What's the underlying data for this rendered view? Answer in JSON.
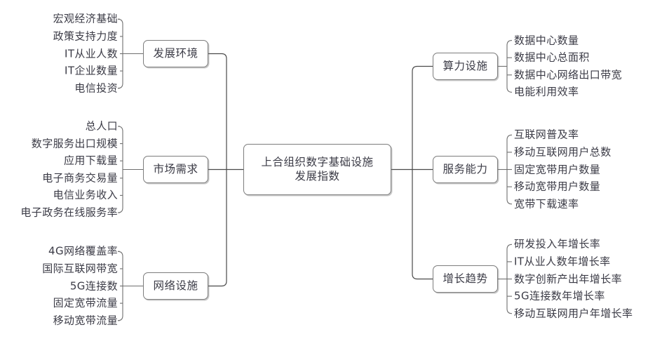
{
  "diagram": {
    "title": "上合组织数字基础设施发展指数",
    "type": "mind-map",
    "center": {
      "label_line1": "上合组织数字基础设施",
      "label_line2": "发展指数"
    },
    "colors": {
      "line": "#6f6f6f",
      "trunk": "#4a4a4a",
      "text": "#3b3b46",
      "node_border": "#7d7d7d",
      "background": "#ffffff"
    },
    "left_branches": [
      {
        "label": "发展环境",
        "leaves": [
          "宏观经济基础",
          "政策支持力度",
          "IT从业人数",
          "IT企业数量",
          "电信投资"
        ]
      },
      {
        "label": "市场需求",
        "leaves": [
          "总人口",
          "数字服务出口规模",
          "应用下载量",
          "电子商务交易量",
          "电信业务收入",
          "电子政务在线服务率"
        ]
      },
      {
        "label": "网络设施",
        "leaves": [
          "4G网络覆盖率",
          "国际互联网带宽",
          "5G连接数",
          "固定宽带流量",
          "移动宽带流量"
        ]
      }
    ],
    "right_branches": [
      {
        "label": "算力设施",
        "leaves": [
          "数据中心数量",
          "数据中心总面积",
          "数据中心网络出口带宽",
          "电能利用效率"
        ]
      },
      {
        "label": "服务能力",
        "leaves": [
          "互联网普及率",
          "移动互联网用户总数",
          "固定宽带用户数量",
          "移动宽带用户数量",
          "宽带下载速率"
        ]
      },
      {
        "label": "增长趋势",
        "leaves": [
          "研发投入年增长率",
          "IT从业人数年增长率",
          "数字创新产出年增长率",
          "5G连接数年增长率",
          "移动互联网用户年增长率"
        ]
      }
    ]
  }
}
